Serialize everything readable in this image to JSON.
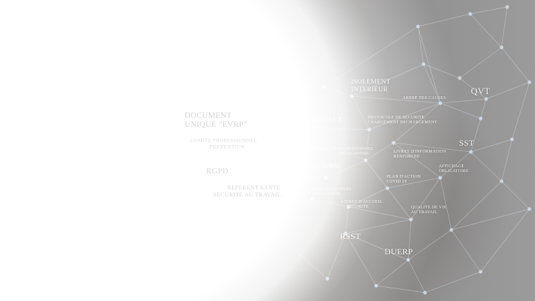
{
  "labels": {
    "isolement": "ISOLEMENT",
    "interieur": "INTERIEUR",
    "qvt": "QVT",
    "arbre": "ARBRE DES CAUSES",
    "risques_1": "RISQUES",
    "risques_2": "PSYCHOSOCIAUX",
    "protocole_1": "PROTOCOLE DE SECURITE",
    "protocole_2": "CHARGEMENT DECHARGEMENT",
    "sst": "SST",
    "entretien_pro_1": "ENTRETIEN PROFESSIONNEL",
    "entretien_pro_2": "OBLIGATOIRE",
    "livret_info_1": "LIVRET D'INFORMATION",
    "livret_info_2": "RENFORCEE",
    "teletravail": "TELETRAVAIL",
    "affichage_1": "AFFICHAGE",
    "affichage_2": "OBLIGATOIRE",
    "plan_1": "PLAN D'ACTION",
    "plan_2": "COVID 19",
    "entretien_ann_1": "ENTRETIEN ANNUEL",
    "entretien_ann_2": "D'EVALUATION",
    "livret_accueil_1": "LIVRET D'ACCUEIL",
    "livret_accueil_2": "SECURITE",
    "qualite_1": "QUALITE DE VIE",
    "qualite_2": "AU TRAVAIL",
    "rsst": "RSST",
    "duerp": "DUERP",
    "document_1": "DOCUMENT",
    "document_2": "UNIQUE \"EVRP\"",
    "comite_1": "COMITE PROFESSIONNEL",
    "comite_2": "PREVENTION",
    "rgpd": "RGPD",
    "referent_1": "REFERENT SANTE",
    "referent_2": "SECURITE AU TRAVAIL"
  }
}
